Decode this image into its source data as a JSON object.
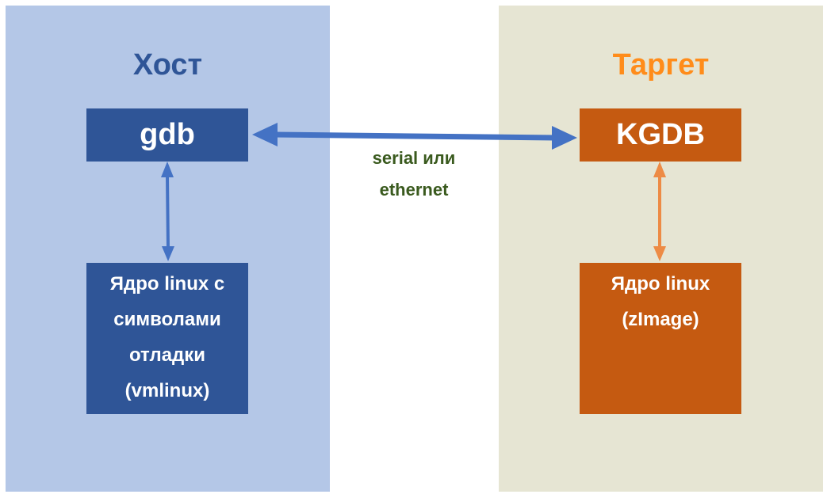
{
  "colors": {
    "host_panel": "#b4c7e7",
    "target_panel": "#e6e5d3",
    "host_box": "#2f5597",
    "target_box": "#c55a11",
    "host_title": "#2f5597",
    "target_title": "#ff8c1a",
    "host_arrow": "#4472c4",
    "target_arrow": "#ed8b45",
    "link_label": "#3a5a1e"
  },
  "host": {
    "title": "Хост",
    "debugger": "gdb",
    "kernel": "Ядро linux с\nсимволами\nотладки\n(vmlinux)"
  },
  "target": {
    "title": "Таргет",
    "debugger": "KGDB",
    "kernel": "Ядро linux\n(zImage)"
  },
  "link": {
    "label": "serial или\nethernet"
  }
}
